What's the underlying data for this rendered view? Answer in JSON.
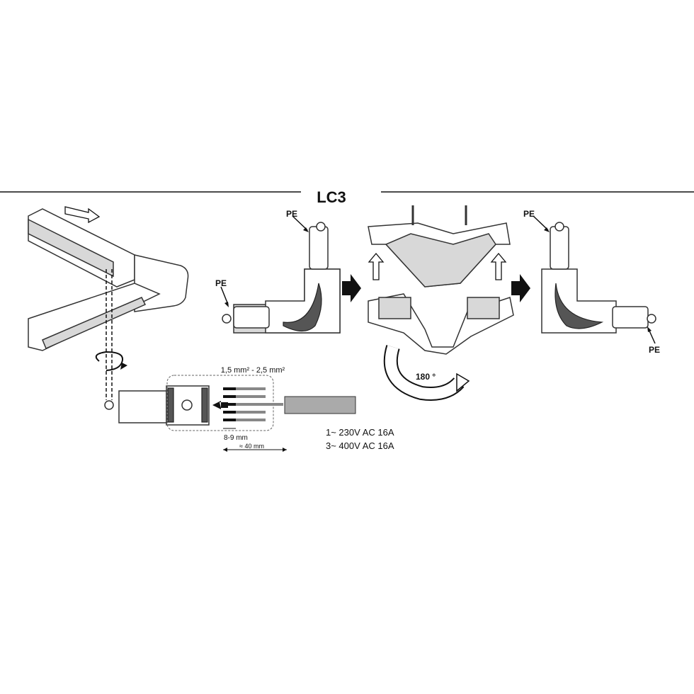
{
  "title": "LC3",
  "labels": {
    "pe_1": "PE",
    "pe_2": "PE",
    "pe_3": "PE",
    "pe_4": "PE",
    "rotation": "180 °",
    "wire_gauge": "1,5 mm² - 2,5 mm²",
    "strip_length": "8-9 mm",
    "sheath_length": "≈ 40 mm",
    "rating_1": "1~ 230V AC 16A",
    "rating_2": "3~ 400V AC 16A"
  },
  "colors": {
    "line": "#111111",
    "body": "#d8d8d8",
    "dark": "#555555"
  }
}
